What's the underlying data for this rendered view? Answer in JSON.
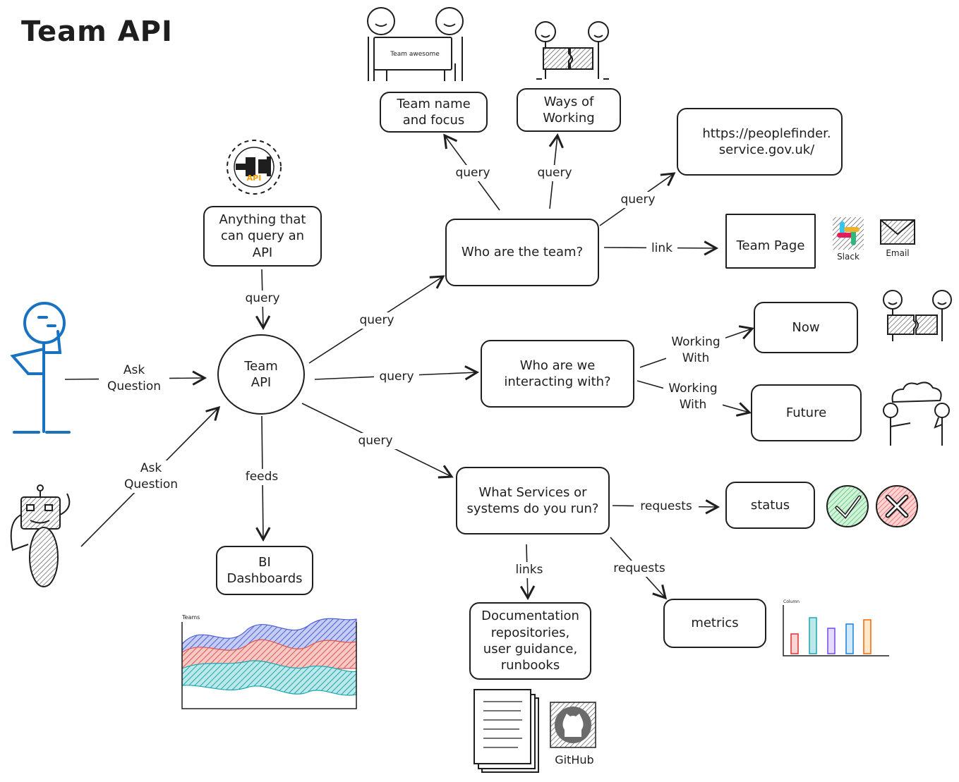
{
  "title": "Team API",
  "nodes": {
    "team_api": "Team\nAPI",
    "anything": "Anything that\ncan query an\nAPI",
    "bi": "BI\nDashboards",
    "who_team": "Who are the team?",
    "team_name": "Team name\nand focus",
    "ways": "Ways of\nWorking",
    "peoplefinder": "https://peoplefinder.\nservice.gov.uk/",
    "team_page": "Team Page",
    "who_interact": "Who are we\ninteracting with?",
    "now": "Now",
    "future": "Future",
    "services": "What Services or\nsystems do you run?",
    "status": "status",
    "metrics": "metrics",
    "docs": "Documentation\nrepositories,\nuser guidance,\nrunbooks"
  },
  "edge_labels": {
    "ask_question_1": "Ask\nQuestion",
    "ask_question_2": "Ask\nQuestion",
    "query_anything": "query",
    "feeds": "feeds",
    "query_who_team": "query",
    "query_interact": "query",
    "query_services": "query",
    "query_team_name": "query",
    "query_ways": "query",
    "query_peoplefinder": "query",
    "link_team_page": "link",
    "working_with_now": "Working\nWith",
    "working_with_future": "Working\nWith",
    "requests_status": "requests",
    "requests_metrics": "requests",
    "links_docs": "links"
  },
  "icons": {
    "api_badge": "API",
    "slack": "Slack",
    "email": "Email",
    "github": "GitHub",
    "team_awesome_sign": "Team awesome",
    "chart_teams": "Teams",
    "chart_column": "Column"
  },
  "colors": {
    "stroke": "#1e1e1e",
    "person_blue": "#1971c2",
    "check_green": "#2f9e44",
    "cross_red": "#e03131",
    "api_yellow": "#f59f00"
  }
}
